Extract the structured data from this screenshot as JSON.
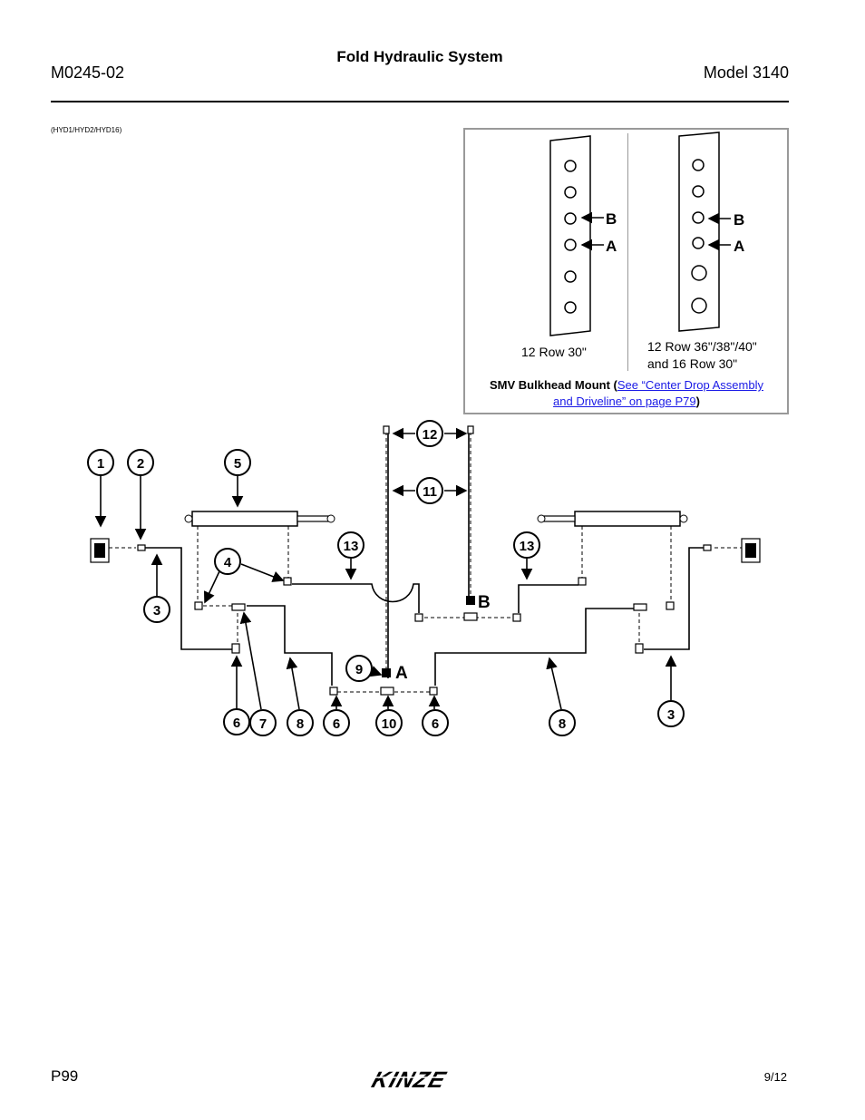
{
  "header": {
    "doc_number": "M0245-02",
    "title": "Fold Hydraulic System",
    "model": "Model 3140"
  },
  "reference_code": "(HYD1/HYD2/HYD16)",
  "inset": {
    "left_caption": "12 Row 30\"",
    "right_caption_line1": "12 Row 36\"/38\"/40\"",
    "right_caption_line2": "and 16 Row 30\"",
    "port_b": "B",
    "port_a": "A",
    "smv_label": "SMV Bulkhead Mount (",
    "smv_link_line1": "See “Center Drop Assembly ",
    "smv_link_line2": "and Driveline” on page P79",
    "smv_close": ")"
  },
  "diagram": {
    "callouts": [
      "1",
      "2",
      "3",
      "4",
      "5",
      "6",
      "7",
      "8",
      "9",
      "10",
      "11",
      "12",
      "13"
    ],
    "port_a_label": "A",
    "port_b_label": "B"
  },
  "footer": {
    "page": "P99",
    "date": "9/12",
    "brand": "KINZE"
  }
}
